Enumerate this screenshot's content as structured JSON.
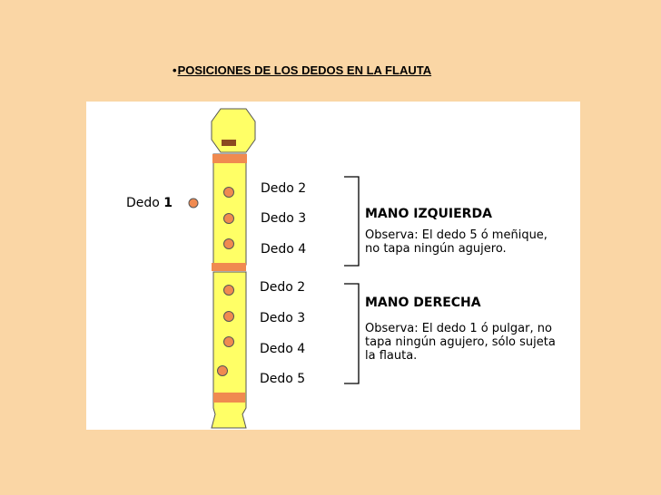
{
  "page": {
    "title_bullet": "•",
    "title": "POSICIONES DE LOS DEDOS EN LA FLAUTA"
  },
  "diagram": {
    "thumb_label": {
      "text": "Dedo ",
      "number": "1"
    },
    "left_fingers": [
      "Dedo 2",
      "Dedo 3",
      "Dedo 4"
    ],
    "right_fingers": [
      "Dedo 2",
      "Dedo 3",
      "Dedo 4",
      "Dedo 5"
    ],
    "left_hand": {
      "title": "MANO IZQUIERDA",
      "note_line1": "Observa: El dedo 5 ó meñique,",
      "note_line2": "no tapa ningún agujero."
    },
    "right_hand": {
      "title": "MANO DERECHA",
      "note_line1": "Observa: El dedo 1 ó pulgar, no",
      "note_line2": "tapa ningún agujero, sólo sujeta",
      "note_line3": "la flauta."
    },
    "colors": {
      "flute_body": "#ffff66",
      "flute_bands": "#f08a50",
      "holes": "#f08a50",
      "mouth_slot": "#8b4a20",
      "outline": "#555555"
    }
  }
}
